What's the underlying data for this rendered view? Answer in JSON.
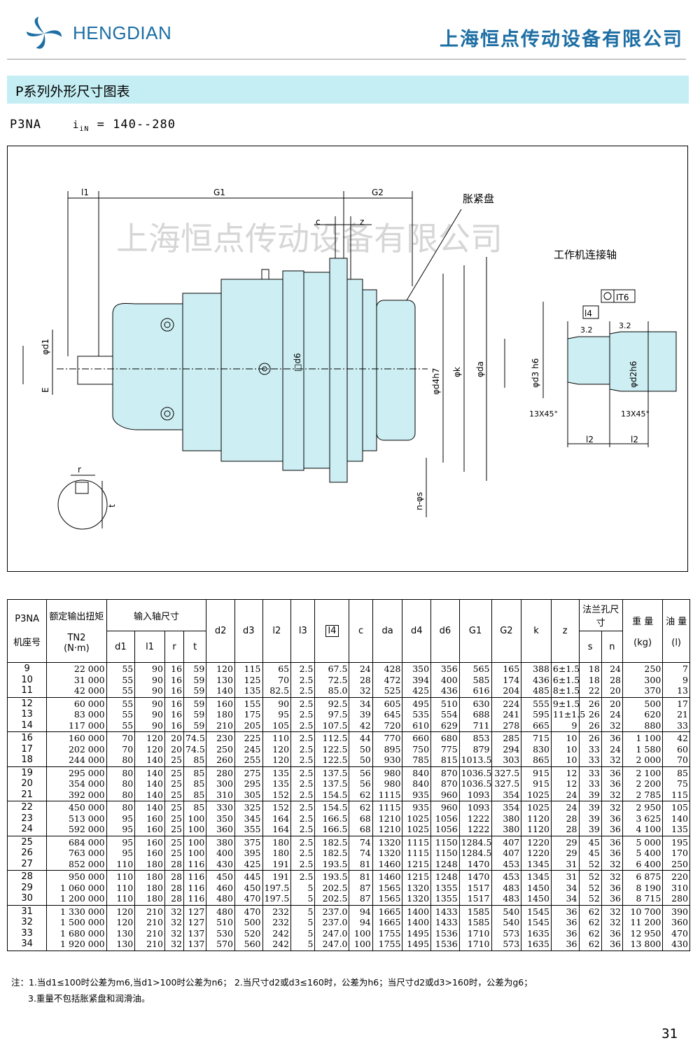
{
  "header": {
    "brand": "HENGDIAN",
    "company": "上海恒点传动设备有限公司"
  },
  "section_title": "P系列外形尺寸图表",
  "subtitle": {
    "model": "P3NA",
    "ratio_symbol": "iN",
    "ratio_range": "= 140--280"
  },
  "drawing": {
    "watermark": "上海恒点传动设备有限公司",
    "labels": {
      "l1": "l1",
      "G1": "G1",
      "G2": "G2",
      "c": "c",
      "z": "z",
      "shrink_disc": "胀紧盘",
      "driven_shaft": "工作机连接轴",
      "IT6": "IT6",
      "l4": "l4",
      "r32a": "3.2",
      "r32b": "3.2",
      "phi_d1": "φd1",
      "E": "E",
      "d6": "□d6",
      "phi_d4": "φd4h7",
      "phi_k": "φk",
      "phi_da": "φda",
      "phi_d3": "φd3 h6",
      "phi_d2": "φd2h6",
      "chamfer1": "13X45°",
      "chamfer2": "13X45°",
      "l2a": "l2",
      "l2b": "l2",
      "n_phi_s": "n-φs",
      "r": "r",
      "t": "t"
    }
  },
  "table": {
    "headers": {
      "model_top": "P3NA",
      "model_bottom": "机座号",
      "torque_top": "额定输出扭矩",
      "torque_sym": "TN2",
      "torque_unit": "(N·m)",
      "input_shaft": "输入轴尺寸",
      "d1": "d1",
      "l1": "l1",
      "r": "r",
      "t": "t",
      "d2": "d2",
      "d3": "d3",
      "l2": "l2",
      "l3": "l3",
      "l4": "l4",
      "c": "c",
      "da": "da",
      "d4": "d4",
      "d6": "d6",
      "G1": "G1",
      "G2": "G2",
      "k": "k",
      "z": "z",
      "flange": "法兰孔尺寸",
      "s": "s",
      "n": "n",
      "weight_top": "重 量",
      "weight_unit": "(kg)",
      "oil_top": "油 量",
      "oil_unit": "(l)"
    },
    "groups": [
      {
        "size": "9\n10\n11",
        "T": "22 000\n31 000\n42 000",
        "d1": "55\n55\n55",
        "l1": "90\n90\n90",
        "r": "16\n16\n16",
        "t": "59\n59\n59",
        "d2": "120\n130\n140",
        "d3": "115\n125\n135",
        "l2": "65\n70\n82.5",
        "l3": "2.5\n2.5\n2.5",
        "l4": "67.5\n72.5\n85.0",
        "c": "24\n28\n32",
        "da": "428\n472\n525",
        "d4": "350\n394\n425",
        "d6": "356\n400\n436",
        "G1": "565\n585\n616",
        "G2": "165\n174\n204",
        "k": "388\n436\n485",
        "z": "6±1.5\n6±1.5\n8±1.5",
        "s": "18\n18\n22",
        "n": "24\n28\n20",
        "w": "250\n300\n370",
        "oil": "7\n9\n13"
      },
      {
        "size": "12\n13\n14",
        "T": "60 000\n83 000\n117 000",
        "d1": "55\n55\n55",
        "l1": "90\n90\n90",
        "r": "16\n16\n16",
        "t": "59\n59\n59",
        "d2": "160\n180\n210",
        "d3": "155\n175\n205",
        "l2": "90\n95\n105",
        "l3": "2.5\n2.5\n2.5",
        "l4": "92.5\n97.5\n107.5",
        "c": "34\n39\n42",
        "da": "605\n645\n720",
        "d4": "495\n535\n610",
        "d6": "510\n554\n629",
        "G1": "630\n688\n711",
        "G2": "224\n241\n278",
        "k": "555\n595\n665",
        "z": "9±1.5\n11±1.5\n9",
        "s": "26\n26\n26",
        "n": "20\n24\n32",
        "w": "500\n620\n880",
        "oil": "17\n21\n33"
      },
      {
        "size": "16\n17\n18",
        "T": "160 000\n202 000\n244 000",
        "d1": "70\n70\n80",
        "l1": "120\n120\n140",
        "r": "20\n20\n25",
        "t": "74.5\n74.5\n85",
        "d2": "230\n250\n260",
        "d3": "225\n245\n255",
        "l2": "110\n120\n120",
        "l3": "2.5\n2.5\n2.5",
        "l4": "112.5\n122.5\n122.5",
        "c": "44\n50\n50",
        "da": "770\n895\n930",
        "d4": "660\n750\n785",
        "d6": "680\n775\n815",
        "G1": "853\n879\n1013.5",
        "G2": "285\n294\n303",
        "k": "715\n830\n865",
        "z": "10\n10\n10",
        "s": "26\n33\n33",
        "n": "36\n24\n32",
        "w": "1 100\n1 580\n2 000",
        "oil": "42\n60\n70"
      },
      {
        "size": "19\n20\n21",
        "T": "295 000\n354 000\n392 000",
        "d1": "80\n80\n80",
        "l1": "140\n140\n140",
        "r": "25\n25\n25",
        "t": "85\n85\n85",
        "d2": "280\n300\n310",
        "d3": "275\n295\n305",
        "l2": "135\n135\n152",
        "l3": "2.5\n2.5\n2.5",
        "l4": "137.5\n137.5\n154.5",
        "c": "56\n56\n62",
        "da": "980\n980\n1115",
        "d4": "840\n840\n935",
        "d6": "870\n870\n960",
        "G1": "1036.5\n1036.5\n1093",
        "G2": "327.5\n327.5\n354",
        "k": "915\n915\n1025",
        "z": "12\n12\n24",
        "s": "33\n33\n39",
        "n": "36\n36\n32",
        "w": "2 100\n2 200\n2 785",
        "oil": "85\n75\n115"
      },
      {
        "size": "22\n23\n24",
        "T": "450 000\n513 000\n592 000",
        "d1": "80\n95\n95",
        "l1": "140\n160\n160",
        "r": "25\n25\n25",
        "t": "85\n100\n100",
        "d2": "330\n350\n360",
        "d3": "325\n345\n355",
        "l2": "152\n164\n164",
        "l3": "2.5\n2.5\n2.5",
        "l4": "154.5\n166.5\n166.5",
        "c": "62\n68\n68",
        "da": "1115\n1210\n1210",
        "d4": "935\n1025\n1025",
        "d6": "960\n1056\n1056",
        "G1": "1093\n1222\n1222",
        "G2": "354\n380\n380",
        "k": "1025\n1120\n1120",
        "z": "24\n28\n28",
        "s": "39\n39\n39",
        "n": "32\n36\n36",
        "w": "2 950\n3 625\n4 100",
        "oil": "105\n140\n135"
      },
      {
        "size": "25\n26\n27",
        "T": "684 000\n763 000\n852 000",
        "d1": "95\n95\n110",
        "l1": "160\n160\n180",
        "r": "25\n25\n28",
        "t": "100\n100\n116",
        "d2": "380\n400\n430",
        "d3": "375\n395\n425",
        "l2": "180\n180\n191",
        "l3": "2.5\n2.5\n2.5",
        "l4": "182.5\n182.5\n193.5",
        "c": "74\n74\n81",
        "da": "1320\n1320\n1460",
        "d4": "1115\n1115\n1215",
        "d6": "1150\n1150\n1248",
        "G1": "1284.5\n1284.5\n1470",
        "G2": "407\n407\n453",
        "k": "1220\n1220\n1345",
        "z": "29\n29\n31",
        "s": "45\n45\n52",
        "n": "36\n36\n32",
        "w": "5 000\n5 400\n6 400",
        "oil": "195\n170\n250"
      },
      {
        "size": "28\n29\n30",
        "T": "950 000\n1 060 000\n1 200 000",
        "d1": "110\n110\n110",
        "l1": "180\n180\n180",
        "r": "28\n28\n28",
        "t": "116\n116\n116",
        "d2": "450\n460\n480",
        "d3": "445\n450\n470",
        "l2": "191\n197.5\n197.5",
        "l3": "2.5\n5\n5",
        "l4": "193.5\n202.5\n202.5",
        "c": "81\n87\n87",
        "da": "1460\n1565\n1565",
        "d4": "1215\n1320\n1320",
        "d6": "1248\n1355\n1355",
        "G1": "1470\n1517\n1517",
        "G2": "453\n483\n483",
        "k": "1345\n1450\n1450",
        "z": "31\n34\n34",
        "s": "52\n52\n52",
        "n": "32\n36\n36",
        "w": "6 875\n8 190\n8 715",
        "oil": "220\n310\n280"
      },
      {
        "size": "31\n32\n33\n34",
        "T": "1 330 000\n1 500 000\n1 680 000\n1 920 000",
        "d1": "120\n120\n130\n130",
        "l1": "210\n210\n210\n210",
        "r": "32\n32\n32\n32",
        "t": "127\n127\n137\n137",
        "d2": "480\n510\n530\n570",
        "d3": "470\n500\n520\n560",
        "l2": "232\n232\n242\n242",
        "l3": "5\n5\n5\n5",
        "l4": "237.0\n237.0\n247.0\n247.0",
        "c": "94\n94\n100\n100",
        "da": "1665\n1665\n1755\n1755",
        "d4": "1400\n1400\n1495\n1495",
        "d6": "1433\n1433\n1536\n1536",
        "G1": "1585\n1585\n1710\n1710",
        "G2": "540\n540\n573\n573",
        "k": "1545\n1545\n1635\n1635",
        "z": "36\n36\n36\n36",
        "s": "62\n62\n62\n62",
        "n": "32\n32\n36\n36",
        "w": "10 700\n11 200\n12 950\n13 800",
        "oil": "390\n360\n470\n430"
      }
    ]
  },
  "notes": {
    "line1": "注：1.当d1≤100时公差为m6,当d1>100时公差为n6；  2.当尺寸d2或d3≤160时，公差为h6；当尺寸d2或d3>160时，公差为g6；",
    "line2": "3.重量不包括胀紧盘和润滑油。"
  },
  "page_number": "31",
  "colors": {
    "brand_blue": "#1c6ea4",
    "band_cyan": "#c4eef4",
    "body_fill": "#cdeef3"
  }
}
